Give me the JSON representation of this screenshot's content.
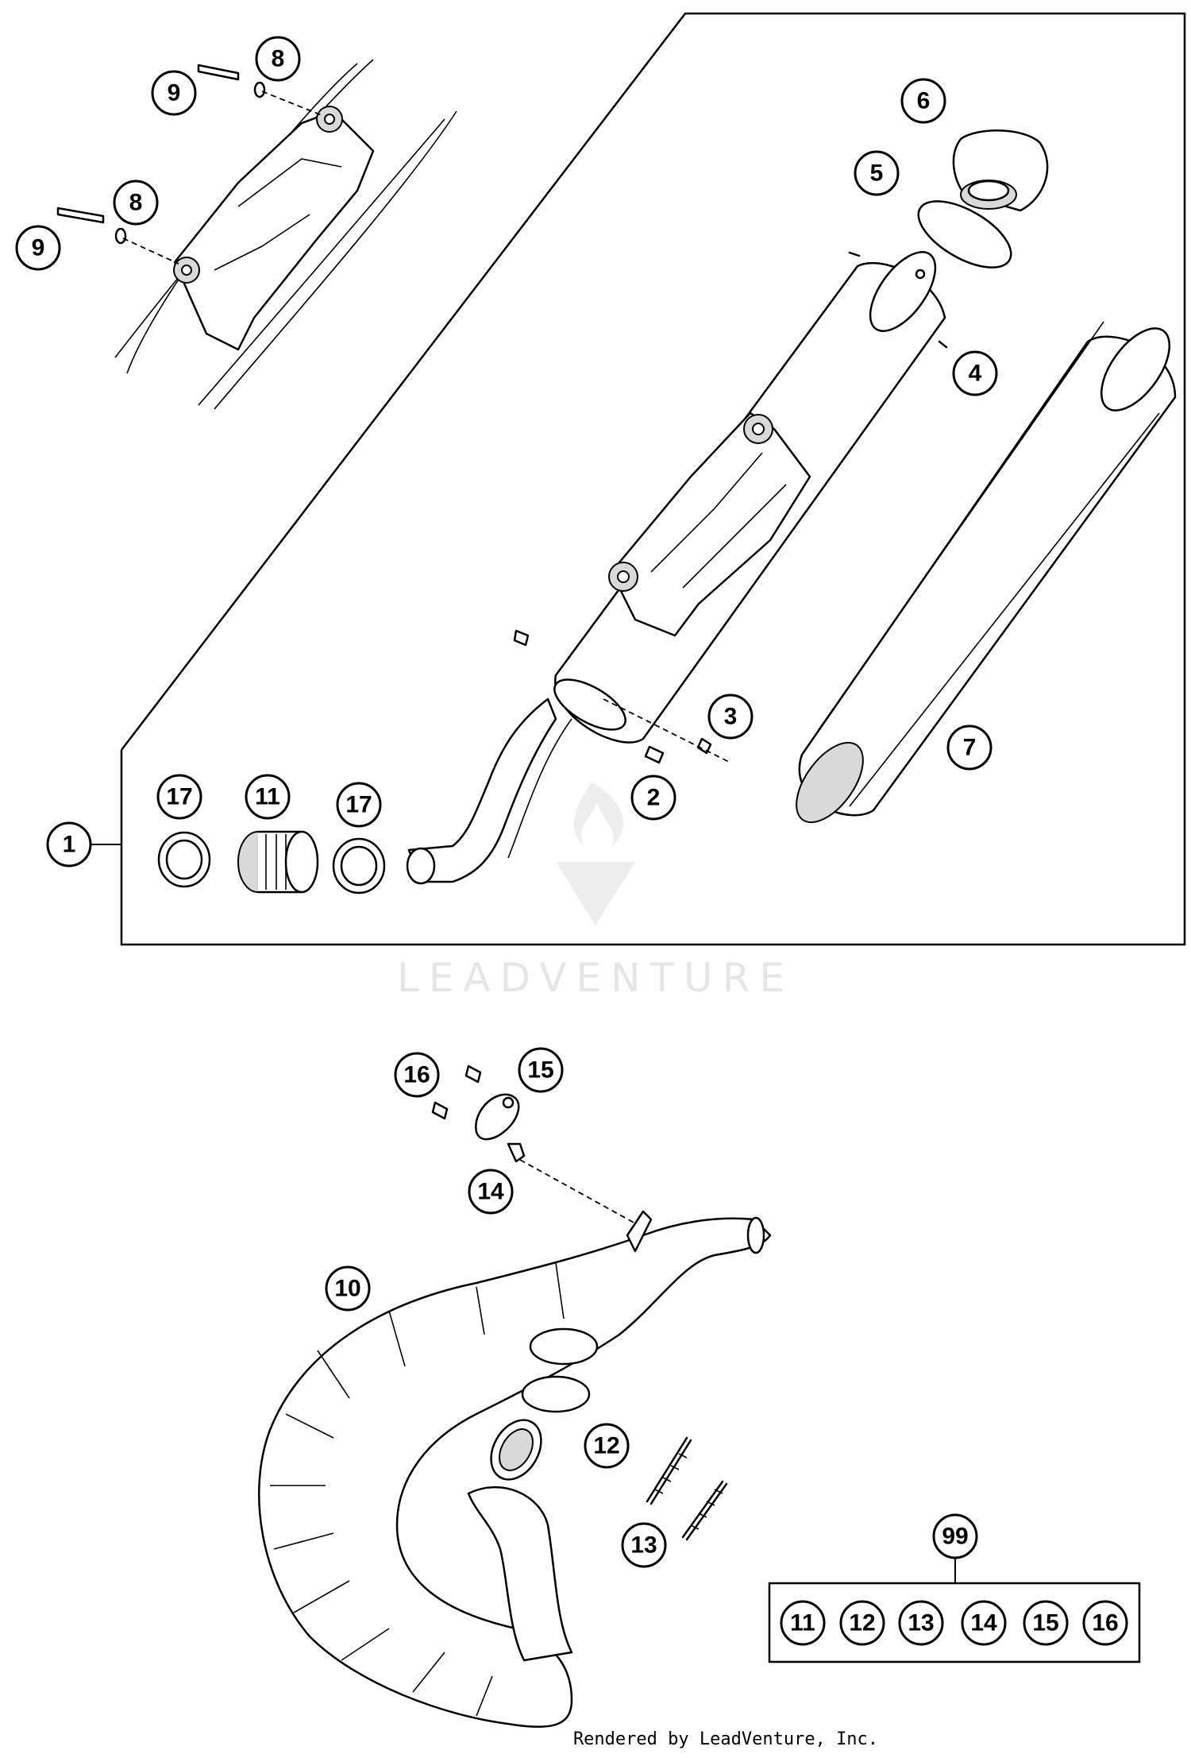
{
  "watermark": {
    "text": "LEADVENTURE"
  },
  "footer": {
    "text": "Rendered by LeadVenture, Inc."
  },
  "callouts": {
    "c1": "1",
    "c2": "2",
    "c3": "3",
    "c4": "4",
    "c5": "5",
    "c6": "6",
    "c7": "7",
    "c8a": "8",
    "c8b": "8",
    "c9a": "9",
    "c9b": "9",
    "c10": "10",
    "c11": "11",
    "c12": "12",
    "c13": "13",
    "c14": "14",
    "c15": "15",
    "c16": "16",
    "c17a": "17",
    "c17b": "17",
    "c99": "99"
  },
  "kit_box": {
    "items": [
      "11",
      "12",
      "13",
      "14",
      "15",
      "16"
    ]
  }
}
